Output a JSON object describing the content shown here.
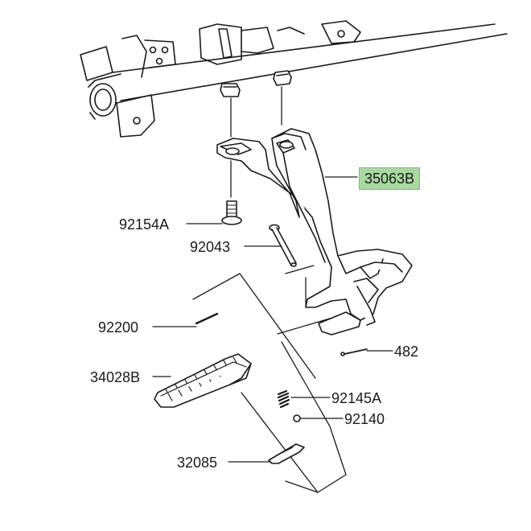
{
  "diagram": {
    "highlight_color": "#a8d9a0",
    "line_color": "#1a1a1a",
    "parts": [
      {
        "id": "p1",
        "number": "35063B",
        "highlighted": true
      },
      {
        "id": "p2",
        "number": "92154A",
        "highlighted": false
      },
      {
        "id": "p3",
        "number": "92043",
        "highlighted": false
      },
      {
        "id": "p4",
        "number": "92200",
        "highlighted": false
      },
      {
        "id": "p5",
        "number": "482",
        "highlighted": false
      },
      {
        "id": "p6",
        "number": "34028B",
        "highlighted": false
      },
      {
        "id": "p7",
        "number": "92145A",
        "highlighted": false
      },
      {
        "id": "p8",
        "number": "92140",
        "highlighted": false
      },
      {
        "id": "p9",
        "number": "32085",
        "highlighted": false
      }
    ]
  }
}
